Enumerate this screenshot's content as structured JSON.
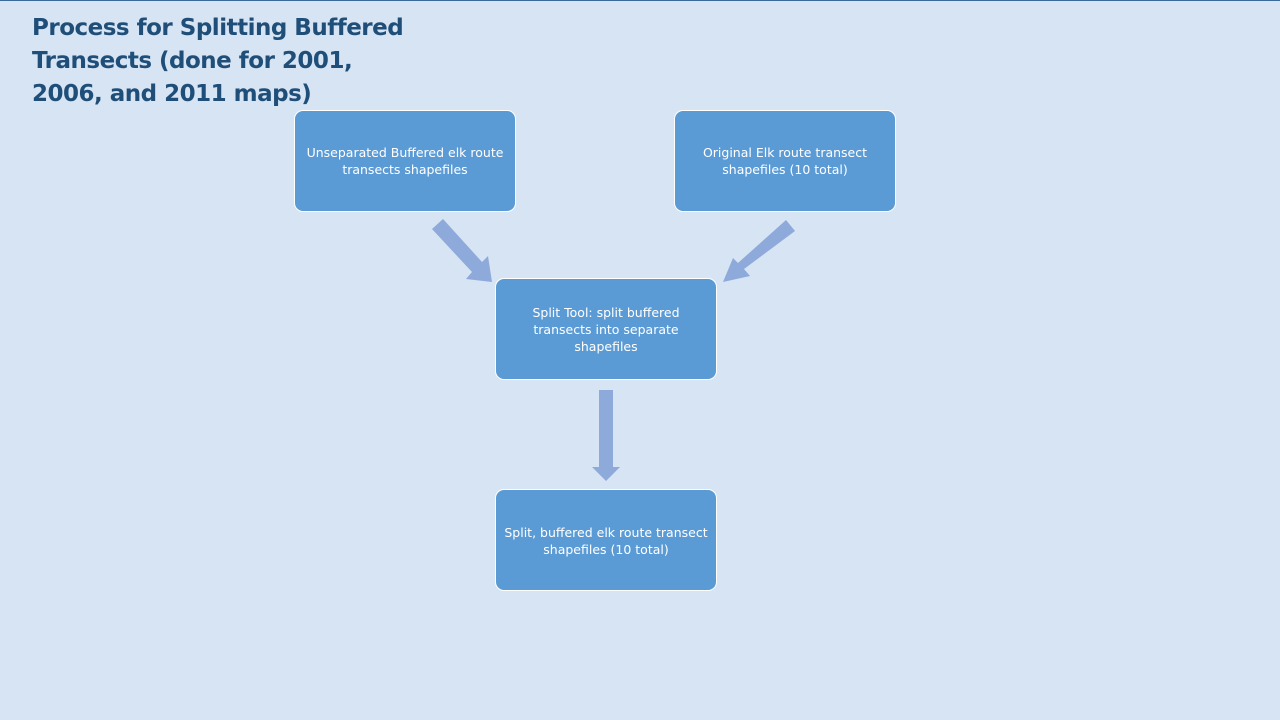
{
  "title": "Process for Splitting Buffered Transects (done for 2001, 2006, and 2011 maps)",
  "boxes": {
    "unseparated": "Unseparated Buffered elk route transects shapefiles",
    "original": "Original Elk route transect shapefiles (10 total)",
    "split_tool": "Split Tool: split buffered transects into separate shapefiles",
    "result": "Split, buffered elk route transect shapefiles (10 total)"
  },
  "colors": {
    "background": "#d6e4f3",
    "box": "#5b9bd5",
    "arrow": "#8eaadb",
    "title": "#1f4e79"
  }
}
